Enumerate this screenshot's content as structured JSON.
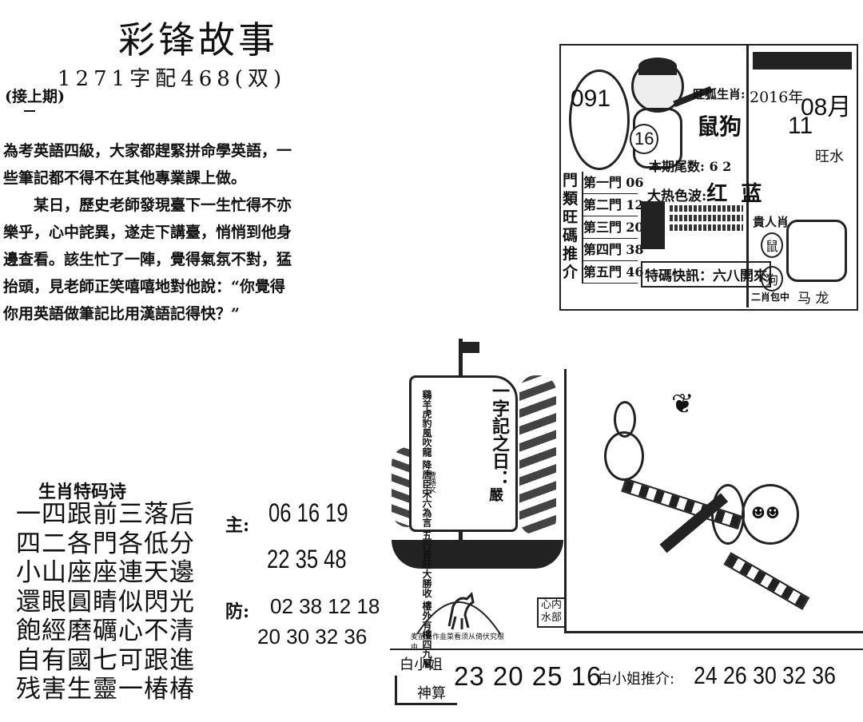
{
  "header": {
    "title": "彩锋故事",
    "subtitle": "1271字配468(双)",
    "continued": "(接上期)"
  },
  "story": {
    "lines": [
      "為考英語四級，大家都趕緊拼命學英語，一",
      "些筆記都不得不在其他專業課上做。",
      "某日，歷史老師發現臺下一生忙得不亦",
      "樂乎，心中詫異，遂走下講臺，悄悄到他身",
      "邊查看。該生忙了一陣，覺得氣氛不對，猛",
      "抬頭，見老師正笑嘻嘻地對他說：“你覺得",
      "你用英語做筆記比用漢語記得快？”"
    ]
  },
  "paper": {
    "badge_num": "091",
    "circle_num": "16",
    "wang_label": "旺狐生肖:",
    "zodiac": "鼠狗",
    "tail": "本期尾数: 6 2",
    "color_label": "大热色波:",
    "color_value": "红 蓝",
    "side_label": "門類旺碼推介",
    "doors": [
      {
        "label": "第一門",
        "num": "06"
      },
      {
        "label": "第二門",
        "num": "12"
      },
      {
        "label": "第三門",
        "num": "20"
      },
      {
        "label": "第四門",
        "num": "38"
      },
      {
        "label": "第五門",
        "num": "46"
      }
    ],
    "special": "特碼快訊：六八開來",
    "year": "2016年",
    "month": "08月",
    "day": "11",
    "water": "旺水",
    "guiren": "貴人肖",
    "shu": "鼠",
    "gou": "狗",
    "erxiao": "二肖包中",
    "malong": "马 龙"
  },
  "poem": {
    "title": "生肖特码诗",
    "lines": [
      "一四跟前三落后",
      "四二各門各低分",
      "小山座座連天邊",
      "還眼圓睛似閃光",
      "飽經磨礪心不清",
      "自有國七可跟進",
      "残害生靈一椿椿"
    ]
  },
  "picks": {
    "zhu_label": "主:",
    "zhu_line1": "06 16 19",
    "zhu_line2": "22 35 48",
    "fang_label": "防:",
    "fang_line1": "02 38 12 18",
    "fang_line2": "20 30 32 36"
  },
  "ship": {
    "poem": "鷄羊虎豹風吹龍 降唐臣宋六為言 五行皆旺大勝收 樓外有樓四九層",
    "signature": "曹遇文",
    "yizi": "一字記之日：",
    "yan": "嚴"
  },
  "seal": {
    "text": "麦苗当作韭菜看须从倚伏究根由",
    "neib": "心内水部"
  },
  "bottom": {
    "bai": "白小姐",
    "shen": "神算",
    "shen_nums": "23 20 25 16",
    "tuijie_label": "白小姐推介:",
    "tuijie_nums": "24 26 30 32 36"
  }
}
